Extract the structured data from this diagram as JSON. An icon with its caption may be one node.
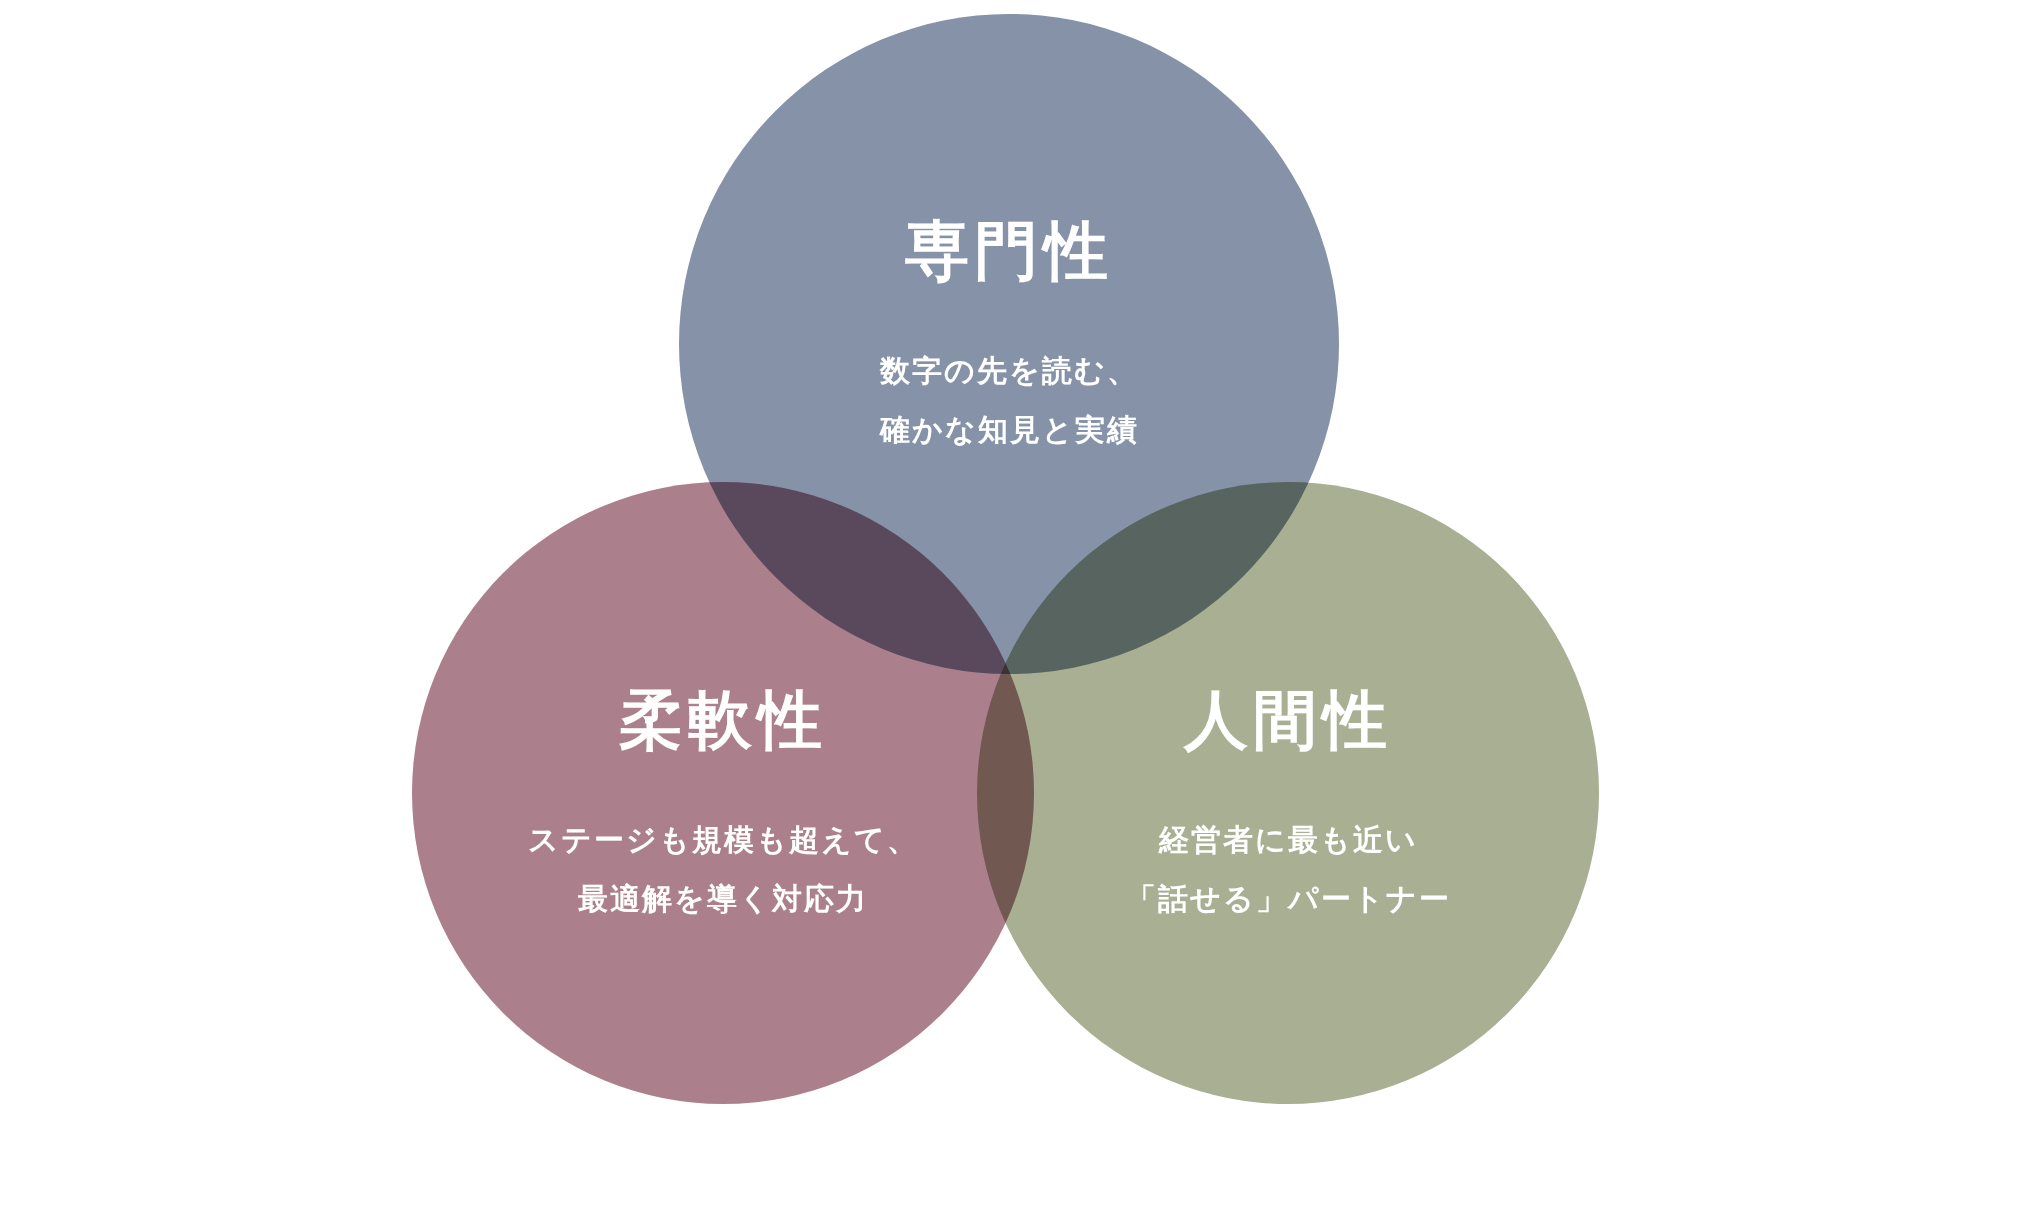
{
  "diagram": {
    "nodes": [
      {
        "text": [
          "専門性",
          "数字の先を読む、確かな知見と実績"
        ]
      },
      {
        "text": [
          "柔軟性",
          "ステージも規模も超えて、最適解を導く対応力"
        ]
      },
      {
        "text": [
          "人間性",
          "経営者に最も近い「話せる」パートナー"
        ]
      }
    ]
  }
}
